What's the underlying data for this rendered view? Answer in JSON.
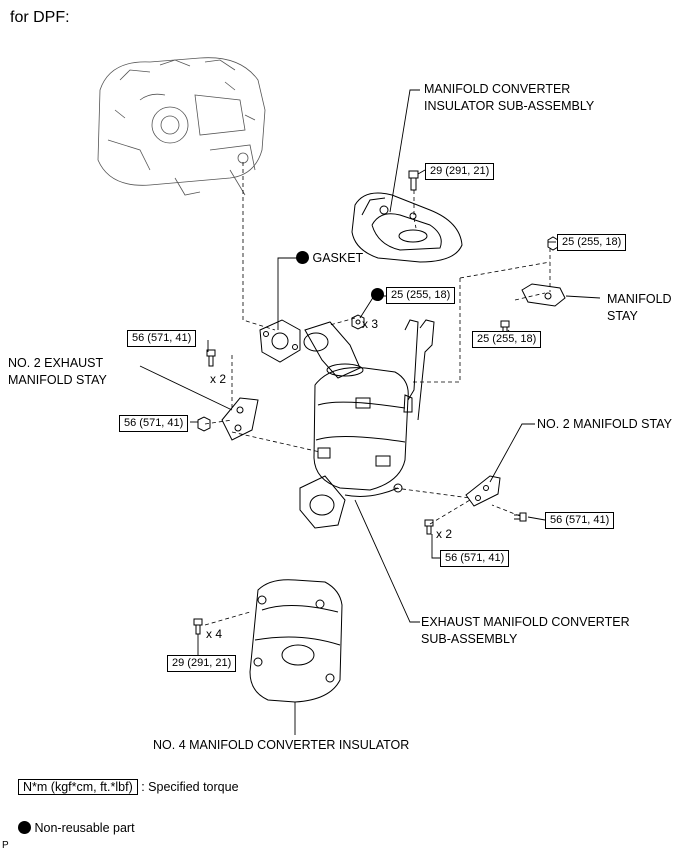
{
  "header": {
    "title": "for DPF:"
  },
  "labels": {
    "manifold_converter_insulator": [
      "MANIFOLD CONVERTER",
      "INSULATOR SUB-ASSEMBLY"
    ],
    "gasket": "GASKET",
    "manifold_stay": [
      "MANIFOLD",
      "STAY"
    ],
    "no2_exhaust_manifold_stay": [
      "NO. 2 EXHAUST",
      "MANIFOLD STAY"
    ],
    "no2_manifold_stay": "NO. 2 MANIFOLD STAY",
    "exhaust_manifold_converter": [
      "EXHAUST MANIFOLD CONVERTER",
      "SUB-ASSEMBLY"
    ],
    "no4_manifold_converter_insulator": "NO. 4 MANIFOLD CONVERTER INSULATOR"
  },
  "torques": {
    "insulator_bolt": "29 (291, 21)",
    "stay_nut_top": "25 (255, 18)",
    "manifold_nut": "25 (255, 18)",
    "stay_bolt_lower": "25 (255, 18)",
    "no2_exhaust_stay_bolt": "56 (571, 41)",
    "no2_exhaust_stay_nut": "56 (571, 41)",
    "no2_stay_bolt_right": "56 (571, 41)",
    "no2_stay_bolt_lower": "56 (571, 41)",
    "no4_insulator_bolt": "29 (291, 21)"
  },
  "counts": {
    "manifold_nut": "x 3",
    "no2_exhaust_stay_bolt": "x 2",
    "no2_stay_bolt_lower": "x 2",
    "no4_insulator_bolt": "x 4"
  },
  "legend": {
    "torque_unit": "N*m (kgf*cm, ft.*lbf)",
    "torque_desc": ": Specified torque",
    "non_reusable": "Non-reusable part"
  },
  "footer": {
    "code": "P"
  }
}
